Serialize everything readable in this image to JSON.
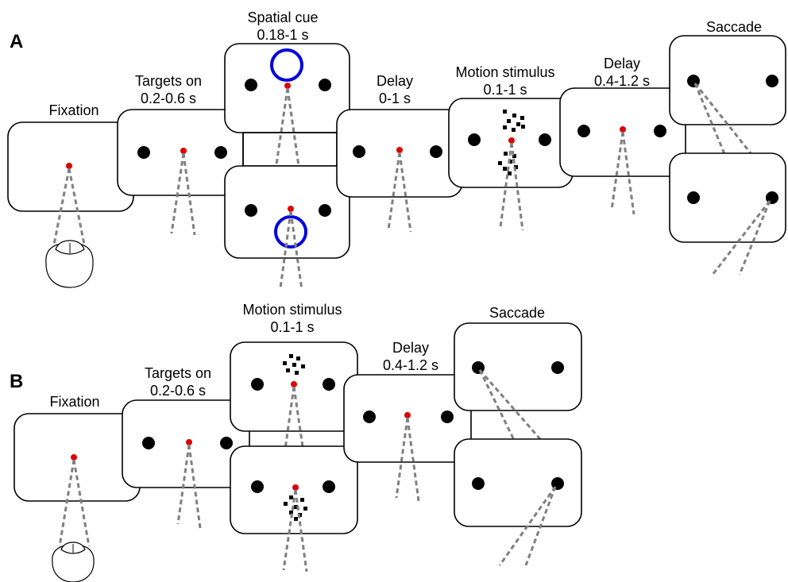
{
  "panels": {
    "A": {
      "letter": "A",
      "fixation": "Fixation",
      "targets_title": "Targets on",
      "targets_time": "0.2-0.6 s",
      "cue_title": "Spatial cue",
      "cue_time": "0.18-1 s",
      "delay1_title": "Delay",
      "delay1_time": "0-1 s",
      "motion_title": "Motion stimulus",
      "motion_time": "0.1-1 s",
      "delay2_title": "Delay",
      "delay2_time": "0.4-1.2 s",
      "saccade": "Saccade"
    },
    "B": {
      "letter": "B",
      "fixation": "Fixation",
      "targets_title": "Targets on",
      "targets_time": "0.2-0.6 s",
      "motion_title": "Motion stimulus",
      "motion_time": "0.1-1 s",
      "delay_title": "Delay",
      "delay_time": "0.4-1.2 s",
      "saccade": "Saccade"
    }
  },
  "colors": {
    "fixation_point": "#e00000",
    "spatial_cue": "#0000dd",
    "gaze_lines": "#808080",
    "targets": "#000000"
  }
}
